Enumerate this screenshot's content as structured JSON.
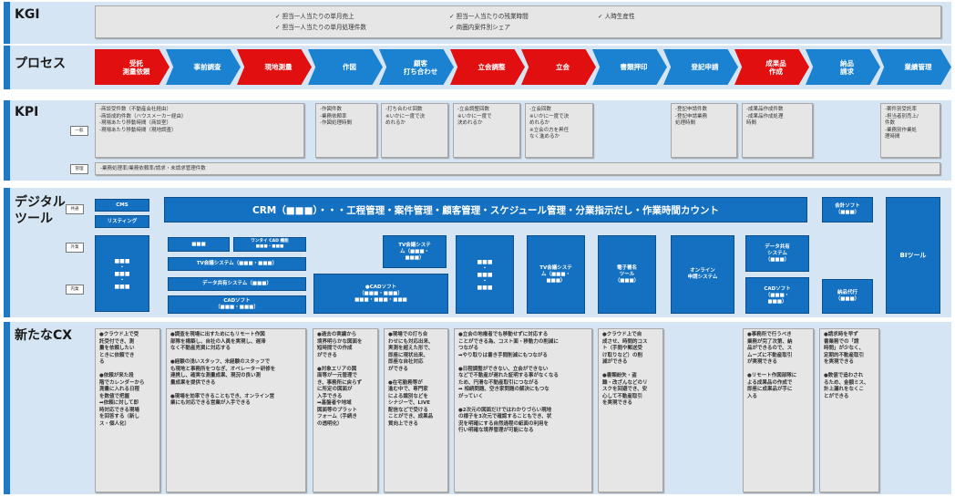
{
  "rows": {
    "kgi": "KGI",
    "process": "プロセス",
    "kpi": "KPI",
    "digital_line1": "デジタル",
    "digital_line2": "ツール",
    "cx": "新たなCX"
  },
  "kgi_items": [
    "✓ 担当一人当たりの単月売上",
    "✓ 担当一人当たりの単月処理件数",
    "✓ 担当一人当たりの残業時間",
    "✓ 商圏内案件別シェア",
    "✓ 人時生産性"
  ],
  "process_steps": [
    {
      "label": "受託\n測量依頼",
      "color": "red"
    },
    {
      "label": "事前調査",
      "color": "blue"
    },
    {
      "label": "現地測量",
      "color": "red"
    },
    {
      "label": "作図",
      "color": "blue"
    },
    {
      "label": "顧客\n打ち合わせ",
      "color": "blue"
    },
    {
      "label": "立会調整",
      "color": "red"
    },
    {
      "label": "立会",
      "color": "red"
    },
    {
      "label": "書類押印",
      "color": "blue"
    },
    {
      "label": "登記申請",
      "color": "blue"
    },
    {
      "label": "成果品\n作成",
      "color": "red"
    },
    {
      "label": "納品\n請求",
      "color": "blue"
    },
    {
      "label": "業績管理",
      "color": "blue"
    }
  ],
  "kpi_side_labels": {
    "general": "一般",
    "management": "管理"
  },
  "kpi_boxes": [
    "-商談受件数（不動産会社経由）\n-商談成約件数（ハウスメーカー経由）\n-現場あたり移動時間（商談室）\n-現場あたり移動時間（現地調査）",
    "-作図件数\n-業務依頼率\n-作図処理時間",
    "-打ち合わせ回数\n※いかに一度で決\nめれるか",
    "-立会調整回数\n※いかに一度で\n決めれるか",
    "-立会回数\n※いかに一度で決\nめれるか\n※立会の方を昇任\nなく進めるか",
    "-登記申請件数\n-登記申請業務\n処理時間",
    "-成果品作成件数\n-成果品作成処理\n時間",
    "-案件別受託率\n-担当者別売上/\n件数\n-業務別作業処\n理時間"
  ],
  "kpi_management": "-業務処理率/業務依頼率/請求・未請求管理件数",
  "digital": {
    "side_labels": {
      "common": "共通",
      "external": "外業",
      "internal": "内業"
    },
    "cms": "CMS",
    "listing": "リスティング",
    "crm": "CRM（■■■）・・・工程管理・案件管理・顧客管理・スケジュール管理・分業指示だし・作業時間カウント",
    "accounting": "会計ソフト\n（■■■）",
    "bi": "BIツール",
    "dots_col": "■■■\n・\n■■■\n・\n■■■",
    "small_dots": "■■■",
    "onetime_cad": "ワンタイ CAD 機能\n■■■・■■■",
    "tv1": "TV会議システム（■■■・■■■）",
    "data_share1": "データ共有システム（■■■）",
    "cad1": "CADソフト\n（■■■・■■■）",
    "cad_wide": "●CADソフト\n（■■■・■■■）\n■■■・■■■・■■■",
    "tv_mid": "TV会議システ\nム（■■■・\n■■■）",
    "dots_col2": "■■■\n・\n■■■\n・\n■■■",
    "tv_right": "TV会議システ\nム（■■■・\n■■■）",
    "esign": "電子署名\nツール\n（■■■）",
    "online_reg": "オンライン\n申請システム",
    "data_share2": "データ共有\nシステム\n（■■■）",
    "cad2": "CADソフト\n（■■■・\n■■■）",
    "delivery": "納品代行\n（■■■）"
  },
  "cx_boxes": [
    "●クラウド上で受\n託受付でき、測\n量を依頼したい\nときに依頼でき\nる\n\n●依頼が来た段\n階でカレンダーから\n測量に入れる日程\nを数値で把握\n➡依頼に対して即\n時対応できる現場\nを回答する（新し\nス・個人化）",
    "●調査を現場に出すためにもリモート作図\n部隊を構築し、自社の人員を実現し、遅滞\nなく不動産売買に対応する\n\n●経験の浅いスタッフ、未経験のスタッフで\nも現地と事務所をつなぎ、オペレーター研修を\n連携し、確実な測量成果、現況の良い測\n量成果を提供できる\n\n●現場を効率できることもでき、オンライン営\n業にも対応できる営業が入手できる",
    "●過去の実績から\n境界明らかな図面を\n短時間での作成\nができる\n\n●対象エリアの図\n面等が一元管理で\nき、事務所に戻らず\nに所定の図面が\n入手できる\n➡基盤者や地域\n図面等のプラット\nフォーム（手続き\nの透明化）",
    "●現場での打ち合\nわせにも対応出来、\n実測を超えた形で、\n即座に現状出来、\n即座な自社対応\nができる\n\n●在宅勤務等が\n進む中で、専門家\nによる識別などを\nシナジーで、LIVE\n配信などで受ける\nことができ、成果品\n質向上できる",
    "●立会の地権者でも移動せずに対応する\nことができる為、コスト面・移動力の削減に\nつながる\n➡やり取りは書き手間削減にもつながる\n\n●日程調整ができない、立会ができない\nなどで不動産が遅れた証明する事がなくなる\nため、円滑な不動産取引につながる\n➡ 相続問題、空き家問題の解決にもつな\nがっていく\n\n●2次元の図面だけではわかりづらい現地\nの様子を3次元で確認することもでき、状\n況を明確にする自然過程の紙面の利用を\n行い明確な境界管理が可能になる",
    "●クラウド上で自\n成させ、時間的コス\nト（手間や郵送受\nけ取りなど）の削\n減ができる\n\n●書類紛失・盗\n難・改ざんなどのリ\nスクを回避でき、安\n心して不動産取引\nを実現できる",
    "●事務所で行うべき\n業務が完了次第、納\n品ができるので、ス\nムーズに不動産取引\nが実現できる\n\n●リモート作図部隊に\nよる成果品の作成で\n即座に成果品が手に\n入る",
    "●請求時を早ず\n書業務での「請\n時間」が少なく、\n定期的不動産取引\nを実現できる\n\n●数値で追わされ\nるため、金額ミス、\n計上漏れをなくこ\nとができる"
  ]
}
